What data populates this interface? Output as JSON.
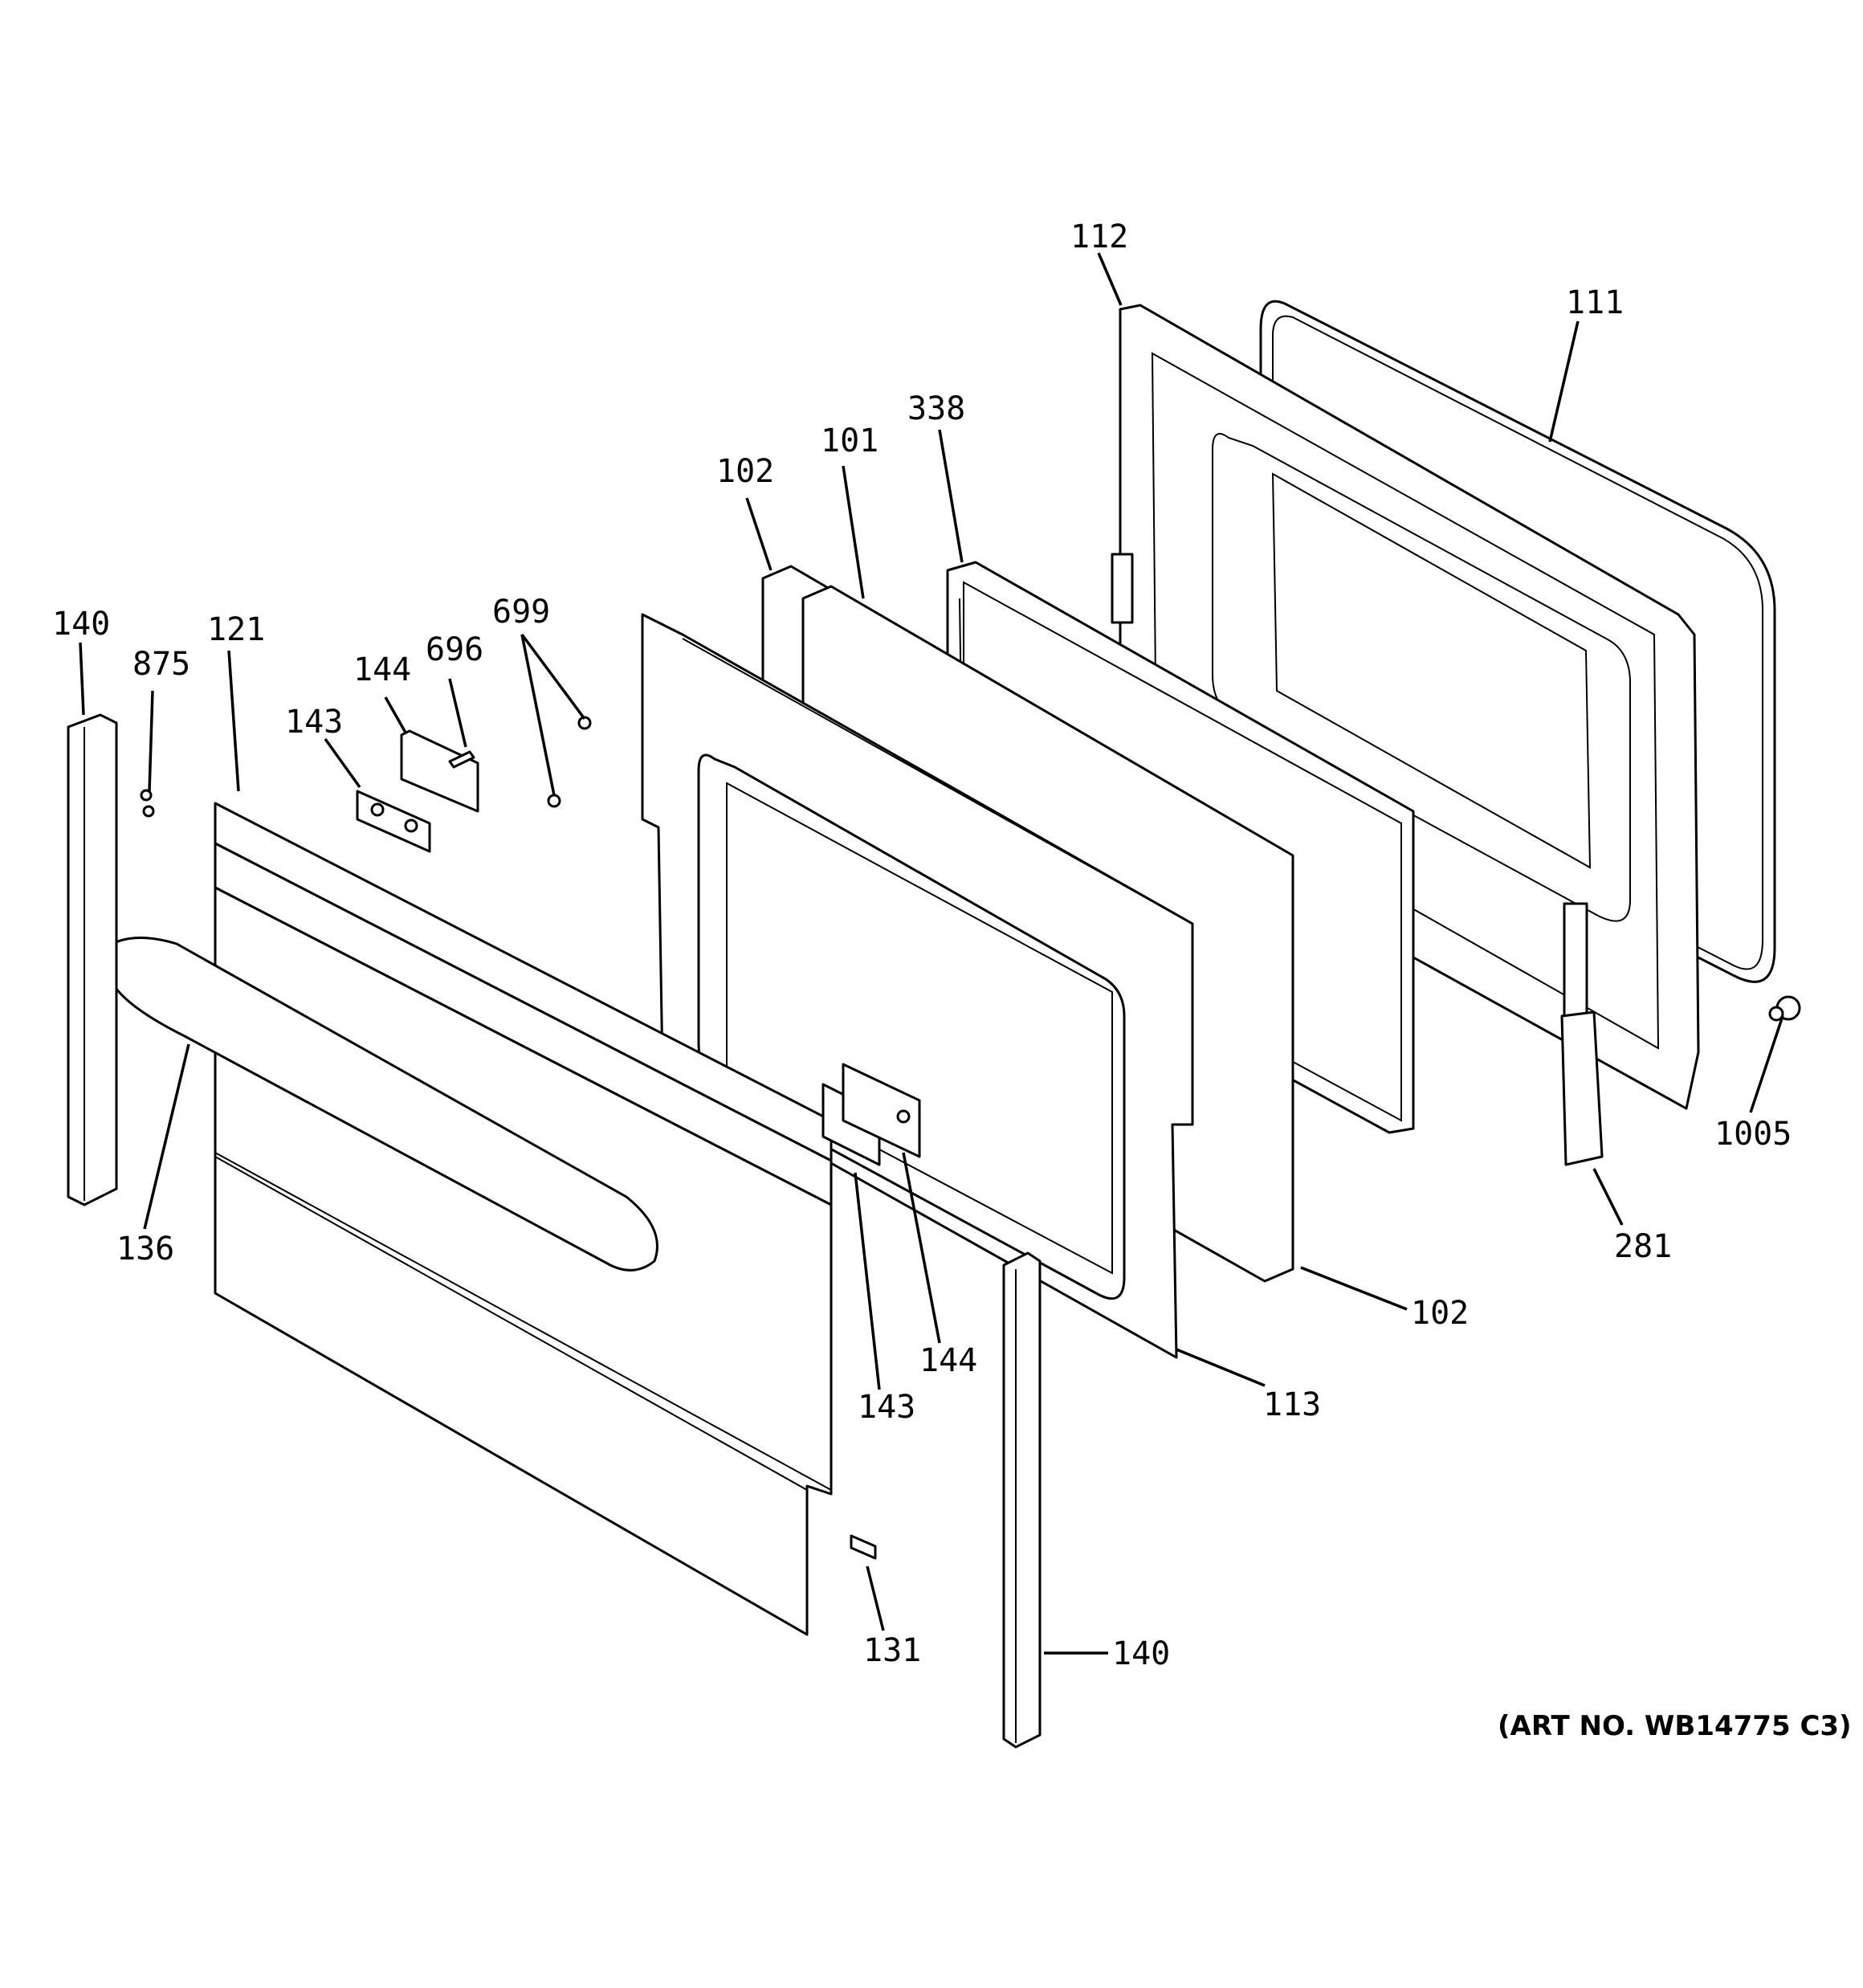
{
  "diagram": {
    "art_number": "(ART NO. WB14775 C3)",
    "callouts": {
      "c112": "112",
      "c111": "111",
      "c338": "338",
      "c101": "101",
      "c102_top": "102",
      "c140_left": "140",
      "c875": "875",
      "c121": "121",
      "c144_top": "144",
      "c696": "696",
      "c699": "699",
      "c143_top": "143",
      "c1005": "1005",
      "c281": "281",
      "c136": "136",
      "c102_bottom": "102",
      "c144_bottom": "144",
      "c143_bottom": "143",
      "c113": "113",
      "c131": "131",
      "c140_bottom": "140"
    }
  }
}
